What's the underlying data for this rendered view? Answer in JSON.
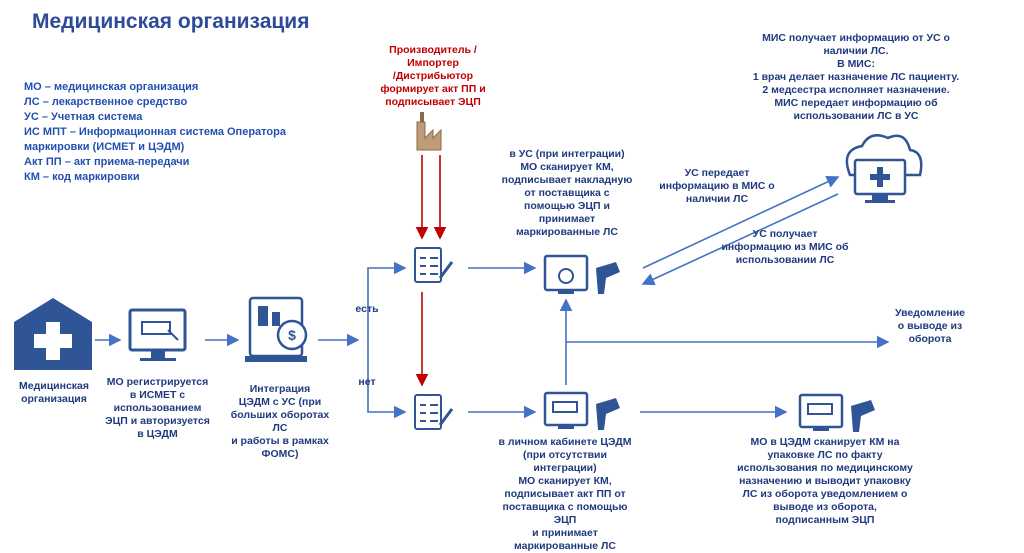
{
  "title": "Медицинская организация",
  "legend": [
    "МО – медицинская организация",
    "ЛС – лекарственное средство",
    "УС – Учетная система",
    "ИС МПТ – Информационная система Оператора",
    "маркировки (ИСМЕТ и ЦЭДМ)",
    "Акт ПП – акт приема-передачи",
    "КМ – код маркировки"
  ],
  "colors": {
    "primary": "#2f5597",
    "red": "#c00000",
    "arrow": "#4472c4"
  },
  "nodes": {
    "mo": [
      "Медицинская",
      "организация"
    ],
    "register": [
      "МО регистрируется",
      "в ИСМЕТ с",
      "использованием",
      "ЭЦП и авторизуется",
      "в ЦЭДМ"
    ],
    "integration": [
      "Интеграция",
      "ЦЭДМ с УС (при",
      "больших оборотах ЛС",
      "и работы в рамках",
      "ФОМС)"
    ],
    "producer": [
      "Производитель /",
      "Импортер",
      "/Дистрибьютор",
      "формирует акт ПП и",
      "подписывает ЭЦП"
    ],
    "us": [
      "в УС (при интеграции)",
      "МО сканирует КМ,",
      "подписывает накладную",
      "от поставщика с",
      "помощью ЭЦП  и",
      "принимает",
      "маркированные ЛС"
    ],
    "cabinet": [
      "в личном кабинете ЦЭДМ",
      "(при отсутствии интеграции)",
      "МО сканирует КМ,",
      "подписывает акт ПП от",
      "поставщика с помощью ЭЦП",
      "и  принимает",
      "маркированные ЛС"
    ],
    "mis": [
      "МИС получает  информацию от УС  о",
      "наличии ЛС.",
      "В МИС:",
      "1 врач делает назначение ЛС пациенту.",
      "2 медсестра исполняет назначение.",
      "МИС передает информацию об",
      "использовании ЛС в УС"
    ],
    "us_to_mis": [
      "УС передает",
      "информацию в МИС  о",
      "наличии ЛС"
    ],
    "mis_to_us": [
      "УС получает",
      "информацию из МИС об",
      "использовании ЛС"
    ],
    "notify": [
      "Уведомление",
      "о выводе из",
      "оборота"
    ],
    "withdraw": [
      "МО в ЦЭДМ сканирует КМ на",
      "упаковке ЛС по факту",
      "использования по медицинскому",
      "назначению и выводит упаковку",
      "ЛС из оборота уведомлением о",
      "выводе из оборота,",
      "подписанным ЭЦП"
    ],
    "yes": "есть",
    "no": "нет"
  },
  "icons": [
    "hospital-icon",
    "computer-icon",
    "document-dollar-icon",
    "factory-icon",
    "checklist-icon",
    "scanner-icon",
    "cloud-monitor-icon"
  ]
}
